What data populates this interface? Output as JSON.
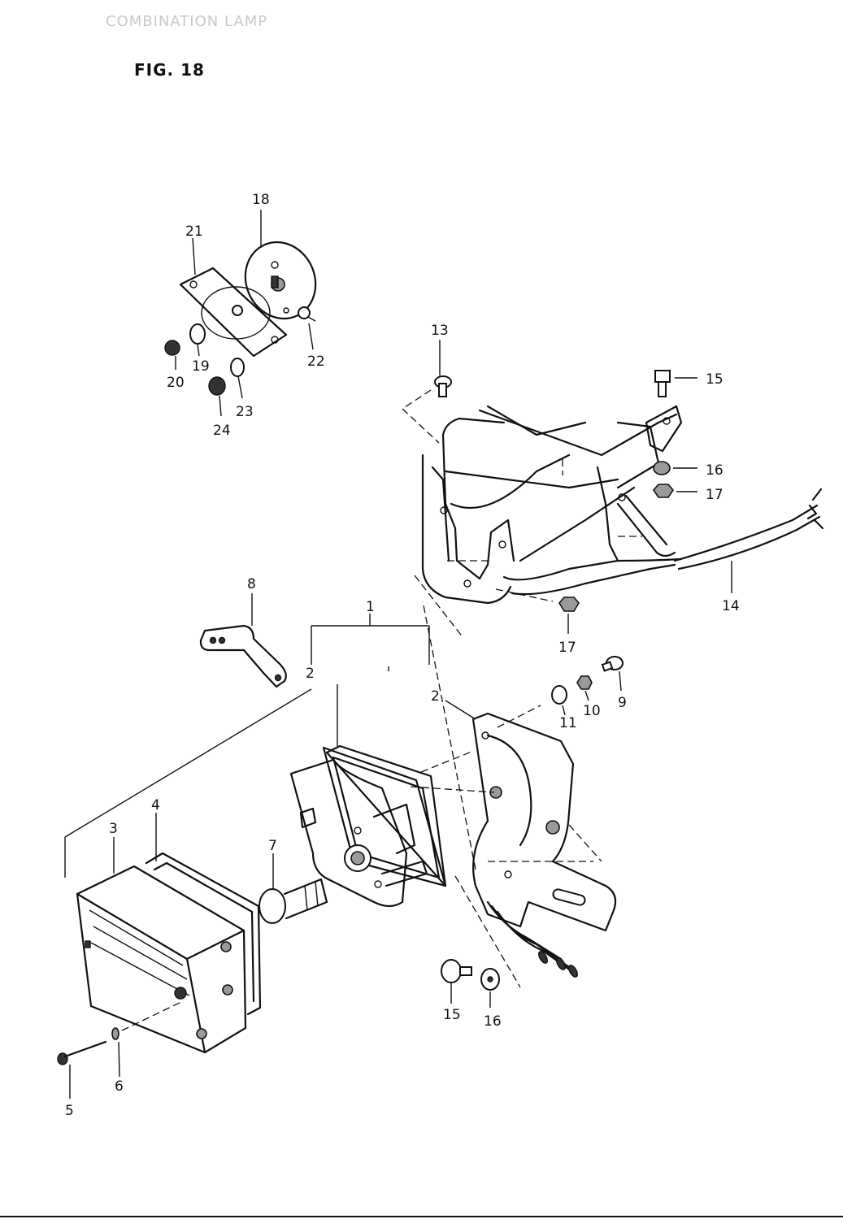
{
  "header": "COMBINATION LAMP",
  "figure_title": "FIG. 18",
  "callouts": [
    {
      "id": "c18",
      "text": "18"
    },
    {
      "id": "c21",
      "text": "21"
    },
    {
      "id": "c19",
      "text": "19"
    },
    {
      "id": "c20",
      "text": "20"
    },
    {
      "id": "c22",
      "text": "22"
    },
    {
      "id": "c23",
      "text": "23"
    },
    {
      "id": "c24",
      "text": "24"
    },
    {
      "id": "c13",
      "text": "13"
    },
    {
      "id": "c15a",
      "text": "15"
    },
    {
      "id": "c16a",
      "text": "16"
    },
    {
      "id": "c17a",
      "text": "17"
    },
    {
      "id": "c14",
      "text": "14"
    },
    {
      "id": "c17b",
      "text": "17"
    },
    {
      "id": "c8",
      "text": "8"
    },
    {
      "id": "c1",
      "text": "1"
    },
    {
      "id": "c2a",
      "text": "2"
    },
    {
      "id": "c2b",
      "text": "2"
    },
    {
      "id": "c11",
      "text": "11"
    },
    {
      "id": "c10",
      "text": "10"
    },
    {
      "id": "c9",
      "text": "9"
    },
    {
      "id": "c3",
      "text": "3"
    },
    {
      "id": "c4",
      "text": "4"
    },
    {
      "id": "c7",
      "text": "7"
    },
    {
      "id": "c15b",
      "text": "15"
    },
    {
      "id": "c16b",
      "text": "16"
    },
    {
      "id": "c5",
      "text": "5"
    },
    {
      "id": "c6",
      "text": "6"
    }
  ]
}
